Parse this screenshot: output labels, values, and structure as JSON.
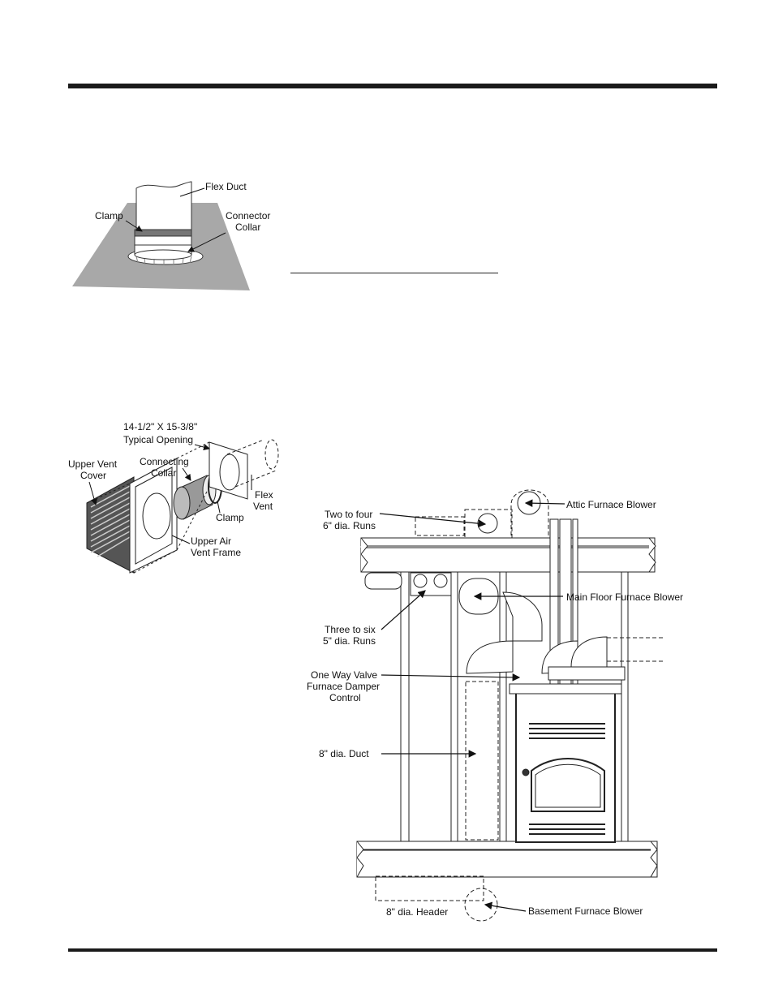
{
  "figure1": {
    "labels": {
      "flex_duct": "Flex Duct",
      "clamp": "Clamp",
      "connector_collar_l1": "Connector",
      "connector_collar_l2": "Collar"
    }
  },
  "figure2": {
    "labels": {
      "opening_l1": "14-1/2\" X 15-3/8\"",
      "opening_l2": "Typical Opening",
      "connecting_collar_l1": "Connecting",
      "connecting_collar_l2": "Collar",
      "upper_vent_cover_l1": "Upper Vent",
      "upper_vent_cover_l2": "Cover",
      "flex_vent_l1": "Flex",
      "flex_vent_l2": "Vent",
      "clamp": "Clamp",
      "upper_air_vent_frame_l1": "Upper Air",
      "upper_air_vent_frame_l2": "Vent Frame"
    }
  },
  "figure3": {
    "labels": {
      "attic_blower": "Attic Furnace Blower",
      "two_to_four_l1": "Two to four",
      "two_to_four_l2": "6\" dia. Runs",
      "main_floor_blower": "Main Floor Furnace Blower",
      "three_to_six_l1": "Three to six",
      "three_to_six_l2": "5\" dia. Runs",
      "one_way_valve_l1": "One Way Valve",
      "one_way_valve_l2": "Furnace Damper",
      "one_way_valve_l3": "Control",
      "eight_duct": "8\" dia. Duct",
      "eight_header": "8\" dia. Header",
      "basement_blower": "Basement Furnace Blower"
    }
  }
}
